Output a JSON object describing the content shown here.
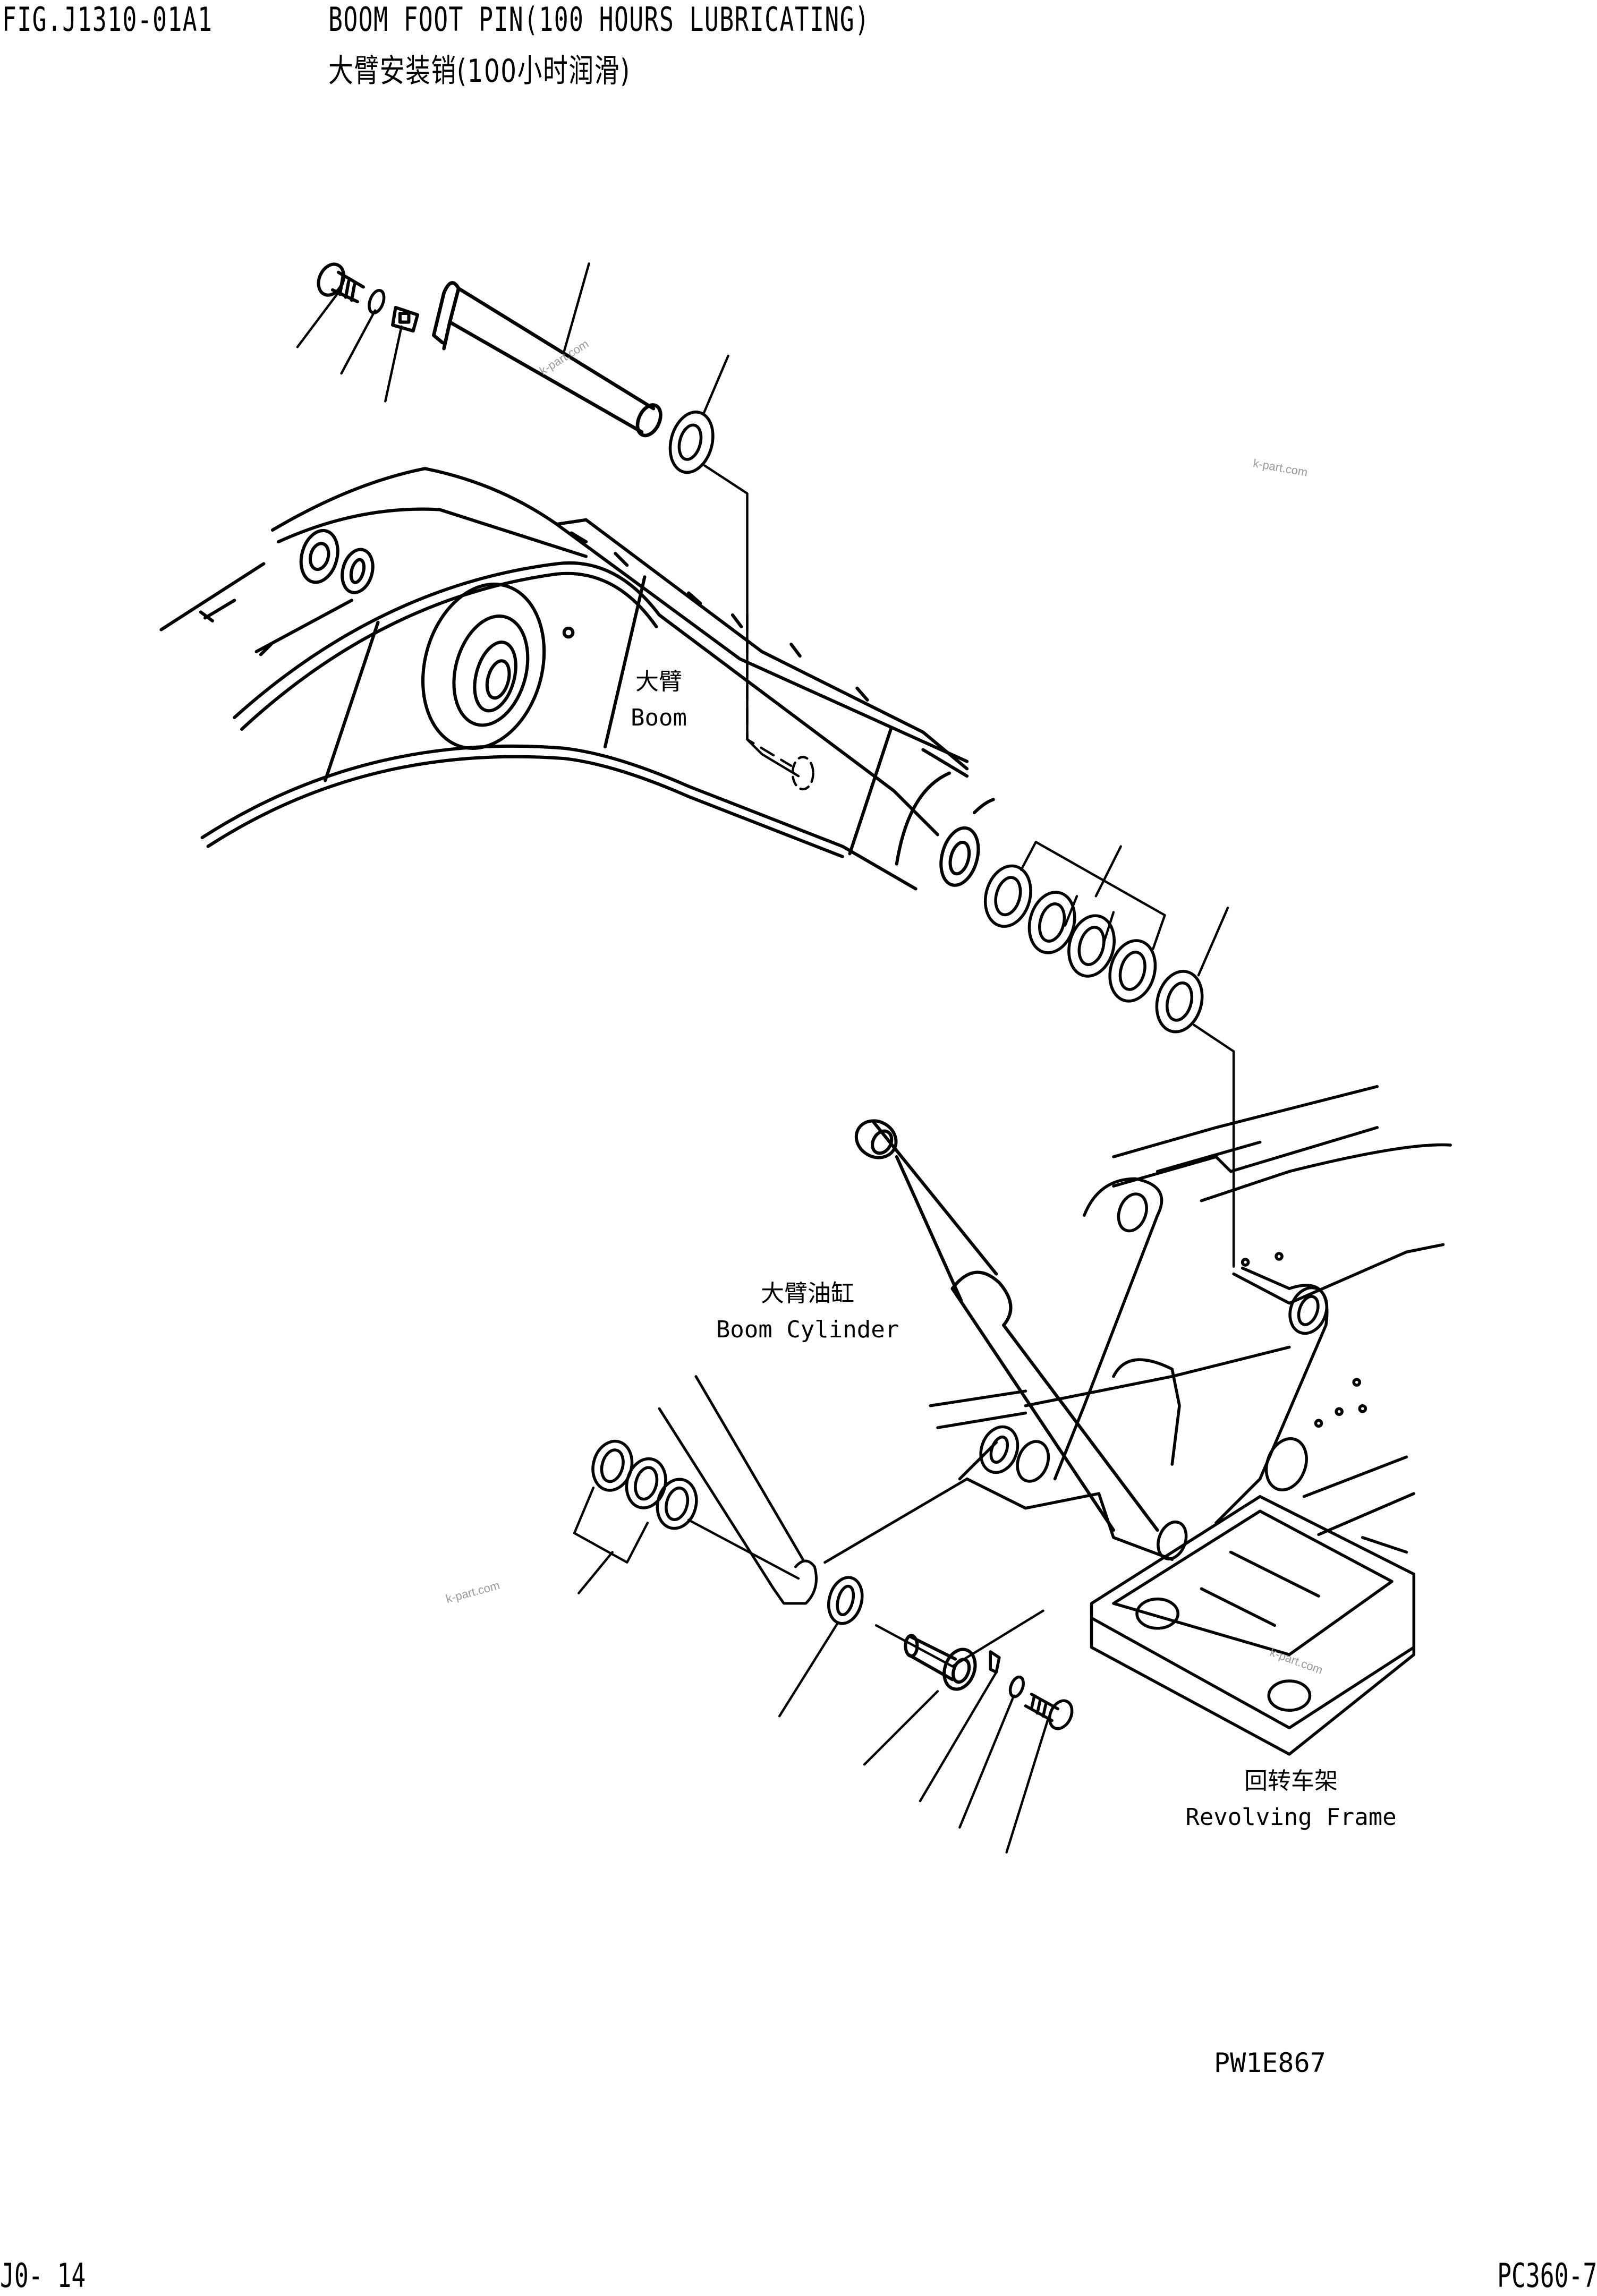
{
  "header": {
    "figure_number": "FIG.J1310-01A1",
    "title_en": "BOOM FOOT PIN(100 HOURS LUBRICATING)",
    "title_zh": "大臂安装销(100小时润滑)"
  },
  "labels": {
    "boom": {
      "zh": "大臂",
      "en": "Boom"
    },
    "boom_cylinder": {
      "zh": "大臂油缸",
      "en": "Boom Cylinder"
    },
    "revolving_frame": {
      "zh": "回转车架",
      "en": "Revolving Frame"
    }
  },
  "drawing_code": "PW1E867",
  "footer": {
    "page": "J0- 14",
    "model": "PC360-7"
  },
  "watermarks": [
    "k-part.com",
    "k-part.com",
    "k-part.com",
    "k-part.com"
  ],
  "colors": {
    "ink": "#000000",
    "background": "#ffffff",
    "watermark": "#9a9a9a"
  }
}
